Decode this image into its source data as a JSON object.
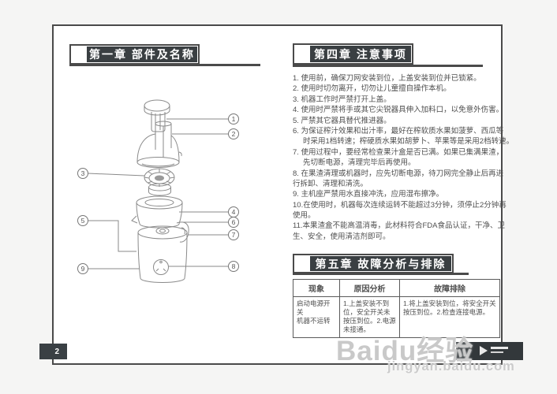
{
  "page_meta": {
    "left_page_number": "2"
  },
  "chapter1": {
    "title": "第一章 部件及名称",
    "parts": [
      "1",
      "2",
      "3",
      "4",
      "5",
      "6",
      "7",
      "8",
      "9"
    ]
  },
  "chapter4": {
    "title": "第四章 注意事项",
    "lines": [
      "1. 使用前，确保刀网安装到位，上盖安装到位并已锁紧。",
      "2. 使用时切勿离开，切勿让儿童擅自操作本机。",
      "3. 机器工作时严禁打开上盖。",
      "4. 使用时严禁将手或其它尖锐器具伸入加料口，以免意外伤害。",
      "5. 严禁其它器具替代推进器。",
      "6. 为保证榨汁效果和出汁率，最好在榨软质水果如菠萝、西瓜等",
      "时采用1档转速；榨硬质水果如胡萝卜、苹果等是采用2档转速。",
      "7. 使用过程中，要经常检查果汁盒是否已满。如果已集满果渣，",
      "先切断电源，清理完毕后再使用。",
      "8. 在果渣清理或机器时，应先切断电源，待刀网完全静止后再进",
      "行拆卸、清理和清洗。",
      "9. 主机座严禁用水直接冲洗，应用湿布擦净。",
      "10.在使用时，机器每次连续运转不能超过3分钟，须停止2分钟再",
      "使用。",
      "11.本果渣盒不能高温消毒，此材料符合FDA食品认证，干净、卫",
      "生、安全，使用清洁剂即可。"
    ]
  },
  "chapter5": {
    "title": "第五章 故障分析与排除",
    "table": {
      "headers": [
        "现象",
        "原因分析",
        "故障排除"
      ],
      "rows": [
        {
          "phenomenon": "启动电源开关\n机器不运转",
          "cause": "1.上盖安装不到位，安全开关未按压到位。2.电源未接通。",
          "remedy": "1.将上盖安装到位，将安全开关按压到位。2.检查连接电源。"
        }
      ]
    }
  },
  "watermark": {
    "brand": "Baidu经验",
    "url": "jingyan.baidu.com"
  },
  "colors": {
    "title_box_bg": "#3a3f42",
    "page_border": "#4a4a4a",
    "diagram_stroke": "#8a8a8a",
    "watermark": "#c9c9c9"
  }
}
